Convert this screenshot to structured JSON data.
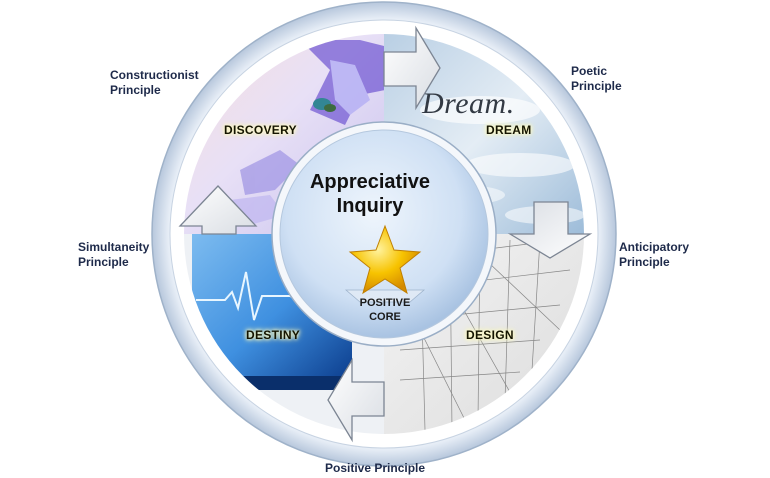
{
  "diagram": {
    "center": {
      "title": "Appreciative\nInquiry",
      "core_label": "POSITIVE\nCORE",
      "core_icon": "star-icon"
    },
    "phases": {
      "discovery": "DISCOVERY",
      "dream": "DREAM",
      "design": "DESIGN",
      "destiny": "DESTINY"
    },
    "dream_script": "Dream.",
    "principles": {
      "constructionist": "Constructionist\nPrinciple",
      "poetic": "Poetic\nPrinciple",
      "anticipatory": "Anticipatory\nPrinciple",
      "positive": "Positive Principle",
      "simultaneity": "Simultaneity\nPrinciple"
    },
    "colors": {
      "ring_outer": "#c9d7e8",
      "center_fill": "#cfe0f4",
      "text_dark": "#1e2a4a",
      "star": "#f5b800"
    }
  }
}
